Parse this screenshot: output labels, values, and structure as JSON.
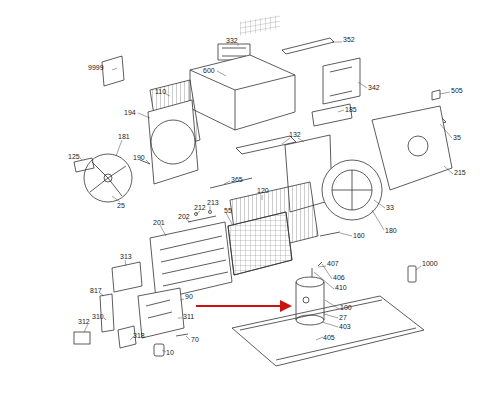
{
  "diagram": {
    "labels": [
      "332",
      "352",
      "9999",
      "600",
      "342",
      "505",
      "110",
      "185",
      "194",
      "35",
      "181",
      "132",
      "125",
      "190",
      "365",
      "215",
      "25",
      "33",
      "180",
      "120",
      "212",
      "213",
      "55",
      "201",
      "202",
      "160",
      "1000",
      "407",
      "313",
      "406",
      "410",
      "817",
      "90",
      "100",
      "311",
      "27",
      "310",
      "403",
      "312",
      "318",
      "70",
      "405",
      "10"
    ]
  }
}
